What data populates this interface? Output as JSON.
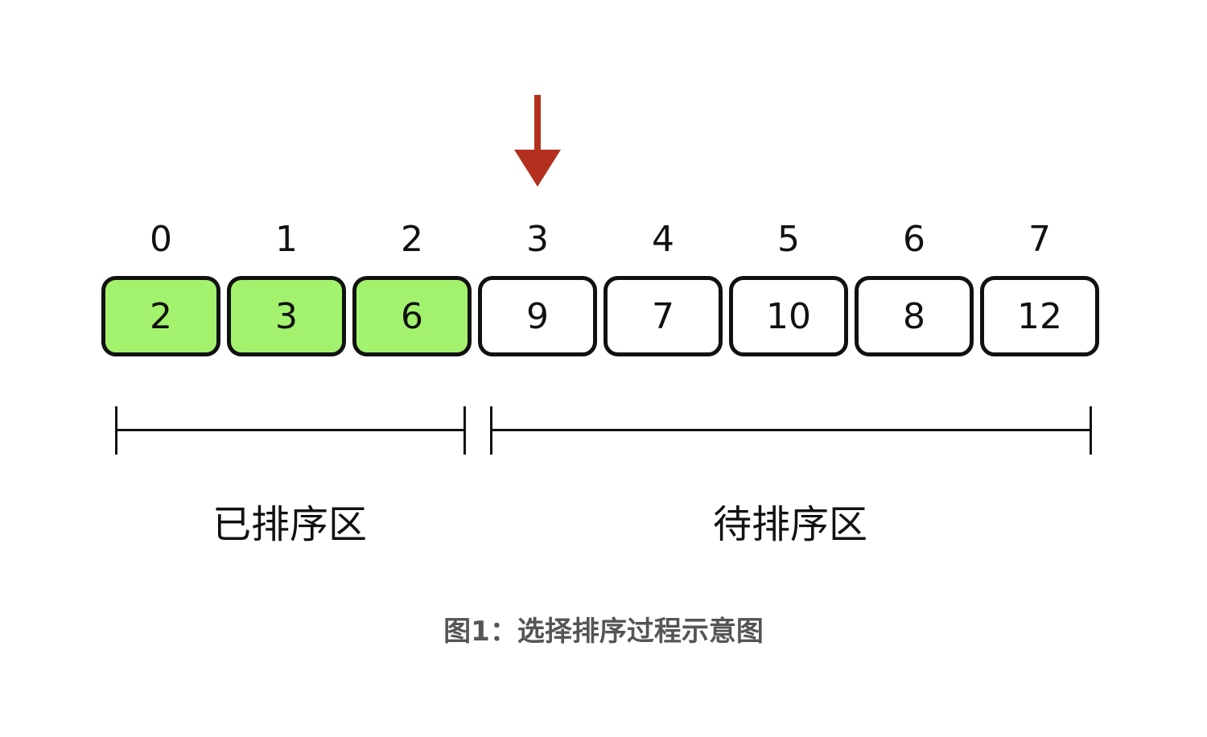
{
  "pointer_index": 3,
  "sorted_count": 3,
  "indices": [
    "0",
    "1",
    "2",
    "3",
    "4",
    "5",
    "6",
    "7"
  ],
  "values": [
    "2",
    "3",
    "6",
    "9",
    "7",
    "10",
    "8",
    "12"
  ],
  "zones": {
    "sorted_label": "已排序区",
    "unsorted_label": "待排序区"
  },
  "caption": "图1：选择排序过程示意图",
  "colors": {
    "sorted_fill": "#a3f26e",
    "arrow": "#b3301f",
    "caption": "#555555"
  }
}
